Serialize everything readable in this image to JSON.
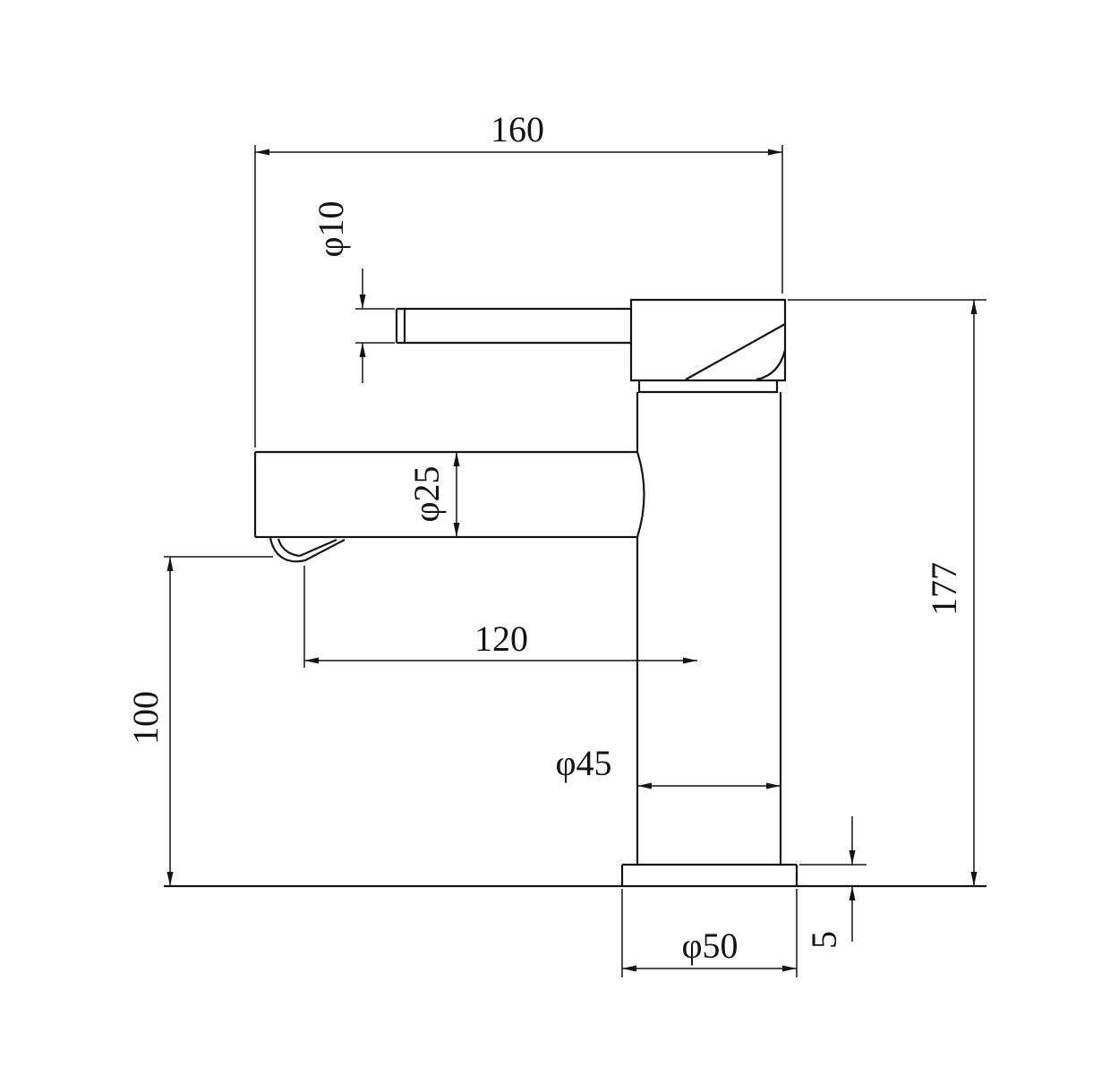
{
  "colors": {
    "background": "#ffffff",
    "line": "#141414"
  },
  "drawing": {
    "labels": {
      "top_width": "160",
      "spout_tube_diameter": "φ10",
      "spout_body_diameter": "φ25",
      "spout_reach": "120",
      "outlet_height": "100",
      "total_height": "177",
      "body_diameter": "φ45",
      "base_diameter": "φ50",
      "base_plate_height": "5"
    }
  }
}
